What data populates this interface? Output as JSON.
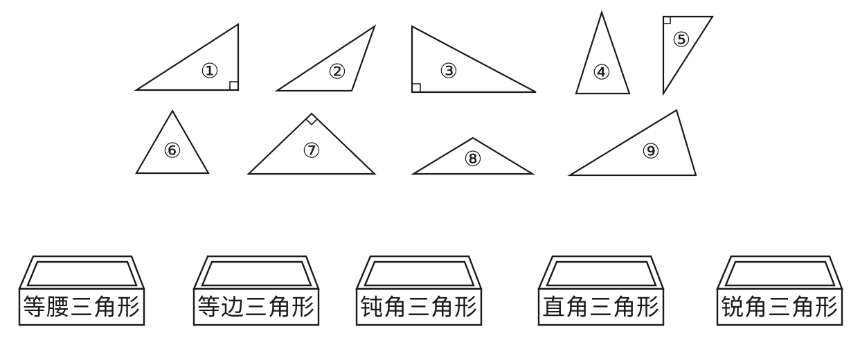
{
  "triangles": [
    {
      "label": "①"
    },
    {
      "label": "②"
    },
    {
      "label": "③"
    },
    {
      "label": "④"
    },
    {
      "label": "⑤"
    },
    {
      "label": "⑥"
    },
    {
      "label": "⑦"
    },
    {
      "label": "⑧"
    },
    {
      "label": "⑨"
    }
  ],
  "boxes": [
    {
      "label": "等腰三角形"
    },
    {
      "label": "等边三角形"
    },
    {
      "label": "钝角三角形"
    },
    {
      "label": "直角三角形"
    },
    {
      "label": "锐角三角形"
    }
  ]
}
